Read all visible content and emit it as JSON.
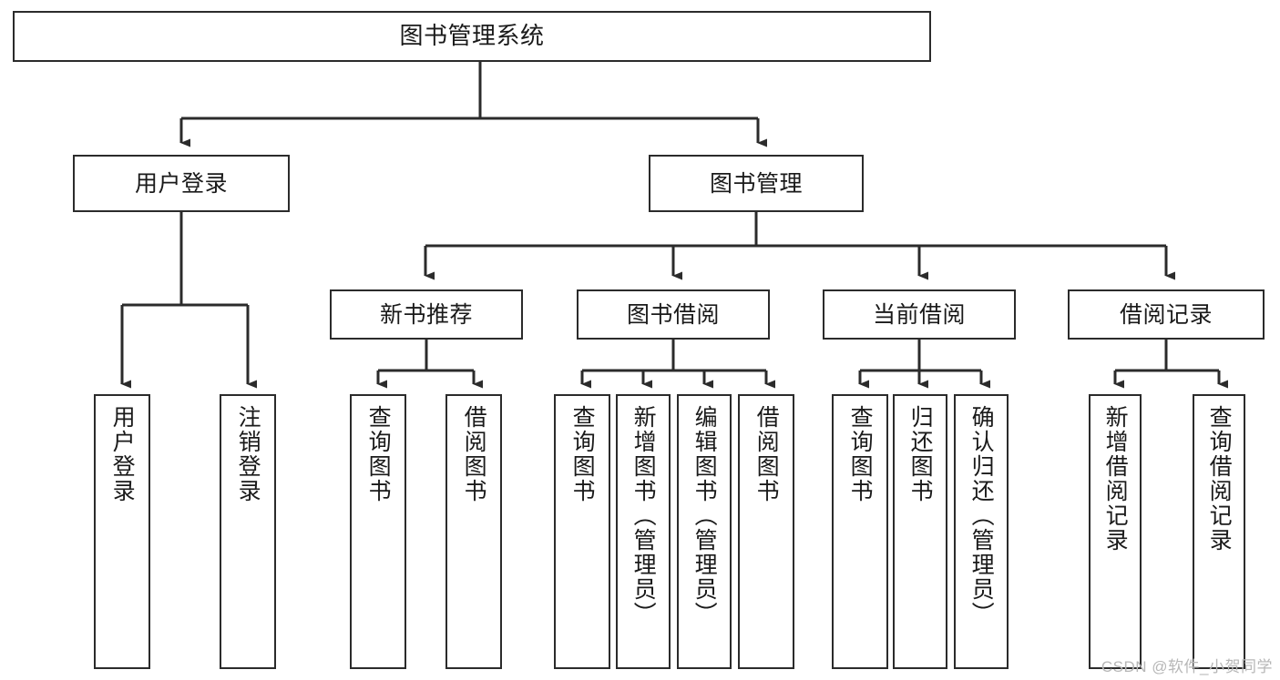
{
  "diagram": {
    "title": "图书管理系统",
    "type": "tree",
    "orientation": "top-down",
    "colors": {
      "box_border": "#2b2b2b",
      "box_fill": "#ffffff",
      "edge": "#2b2b2b",
      "text": "#1a1a1a",
      "watermark": "#b7b7b7"
    },
    "root": {
      "id": "root",
      "label": "图书管理系统"
    },
    "level2": [
      {
        "id": "user-login",
        "label": "用户登录"
      },
      {
        "id": "book-manage",
        "label": "图书管理"
      }
    ],
    "level3": [
      {
        "id": "new-book-recommend",
        "label": "新书推荐",
        "parent": "book-manage"
      },
      {
        "id": "book-borrow",
        "label": "图书借阅",
        "parent": "book-manage"
      },
      {
        "id": "current-borrow",
        "label": "当前借阅",
        "parent": "book-manage"
      },
      {
        "id": "borrow-record",
        "label": "借阅记录",
        "parent": "book-manage"
      }
    ],
    "leaves": {
      "user-login": [
        {
          "id": "leaf-user-login",
          "label": "用户登录"
        },
        {
          "id": "leaf-logout",
          "label": "注销登录"
        }
      ],
      "new-book-recommend": [
        {
          "id": "leaf-query-book-1",
          "label": "查询图书"
        },
        {
          "id": "leaf-borrow-book-1",
          "label": "借阅图书"
        }
      ],
      "book-borrow": [
        {
          "id": "leaf-query-book-2",
          "label": "查询图书"
        },
        {
          "id": "leaf-add-book",
          "label": "新增图书（管理员）"
        },
        {
          "id": "leaf-edit-book",
          "label": "编辑图书（管理员）"
        },
        {
          "id": "leaf-borrow-book-2",
          "label": "借阅图书"
        }
      ],
      "current-borrow": [
        {
          "id": "leaf-query-book-3",
          "label": "查询图书"
        },
        {
          "id": "leaf-return-book",
          "label": "归还图书"
        },
        {
          "id": "leaf-confirm-return",
          "label": "确认归还（管理员）"
        }
      ],
      "borrow-record": [
        {
          "id": "leaf-add-record",
          "label": "新增借阅记录"
        },
        {
          "id": "leaf-query-record",
          "label": "查询借阅记录"
        }
      ]
    }
  },
  "watermark": {
    "text": "CSDN @软件_小贺同学"
  }
}
